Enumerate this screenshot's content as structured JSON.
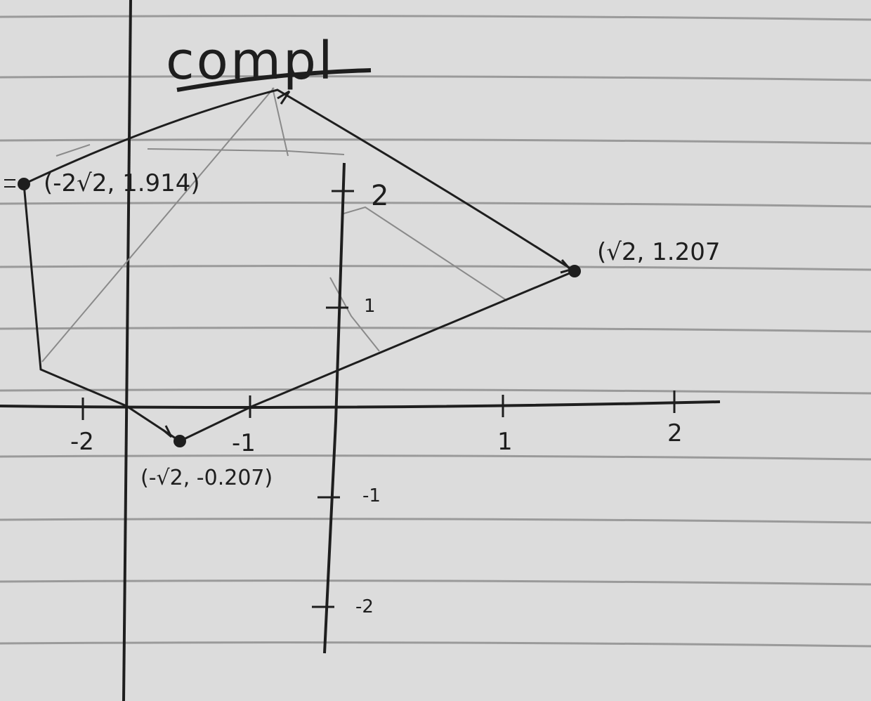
{
  "title": "compl",
  "axes": {
    "x_ticks": [
      {
        "label": "-2",
        "value": -2
      },
      {
        "label": "-1",
        "value": -1
      },
      {
        "label": "1",
        "value": 1
      },
      {
        "label": "2",
        "value": 2
      }
    ],
    "y_ticks": [
      {
        "label": "2",
        "value": 2
      },
      {
        "label": "1",
        "value": 1
      },
      {
        "label": "-1",
        "value": -1
      },
      {
        "label": "-2",
        "value": -2
      }
    ]
  },
  "points": [
    {
      "label": "(-2√2, 1.914)",
      "x": -2.828,
      "y": 1.914
    },
    {
      "label": "(√2, 1.207",
      "x": 1.414,
      "y": 1.207
    },
    {
      "label": "(-√2, -0.207)",
      "x": -1.414,
      "y": -0.207
    }
  ],
  "colors": {
    "paper": "#dcdcdc",
    "rule": "#9a9a9a",
    "ink": "#1e1e1e",
    "faint_ink": "#8a8a8a"
  }
}
